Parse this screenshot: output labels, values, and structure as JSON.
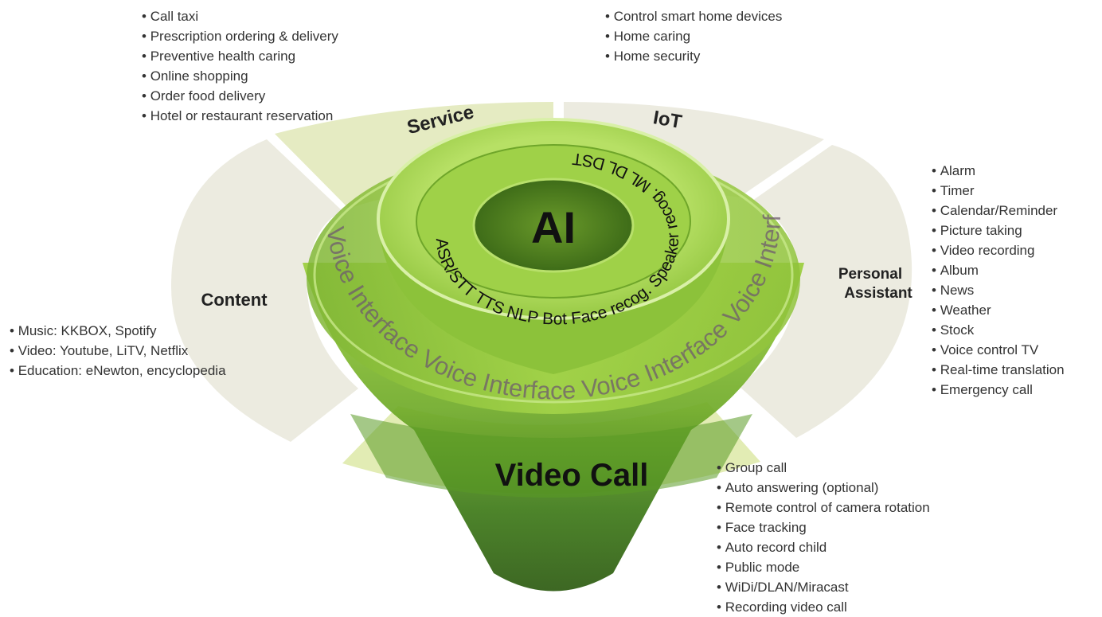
{
  "center": {
    "label": "AI"
  },
  "inner_ring_text": "ASR/STT TTS NLP Bot Face recog. Speaker recog. ML DL DST",
  "voice_ring_text": "Voice Interface Voice Interface Voice Interface Voice Interface",
  "bottom": {
    "label": "Video Call"
  },
  "segments": {
    "service": "Service",
    "iot": "IoT",
    "content": "Content",
    "personal_line1": "Personal",
    "personal_line2": "Assistant"
  },
  "lists": {
    "service": [
      "Call taxi",
      "Prescription ordering & delivery",
      "Preventive health caring",
      "Online shopping",
      "Order food delivery",
      "Hotel or restaurant reservation"
    ],
    "iot": [
      "Control smart home devices",
      "Home caring",
      "Home security"
    ],
    "personal": [
      "Alarm",
      "Timer",
      "Calendar/Reminder",
      "Picture taking",
      "Video recording",
      "Album",
      "News",
      "Weather",
      "Stock",
      "Voice control TV",
      "Real-time translation",
      "Emergency call"
    ],
    "content": [
      "Music: KKBOX, Spotify",
      "Video: Youtube, LiTV, Netflix",
      "Education: eNewton, encyclopedia"
    ],
    "video_call": [
      "Group call",
      "Auto answering (optional)",
      "Remote control of camera rotation",
      "Face tracking",
      "Auto record child",
      "Public mode",
      "WiDi/DLAN/Miracast",
      "Recording video call"
    ]
  },
  "colors": {
    "outer_segment": "#ecebe0",
    "outer_segment_lit": "#e3ecb8",
    "green_light": "#a8d84a",
    "green_mid": "#7cb82f",
    "green_dark": "#3f6e1a",
    "center_dark": "#4b7c1f"
  }
}
